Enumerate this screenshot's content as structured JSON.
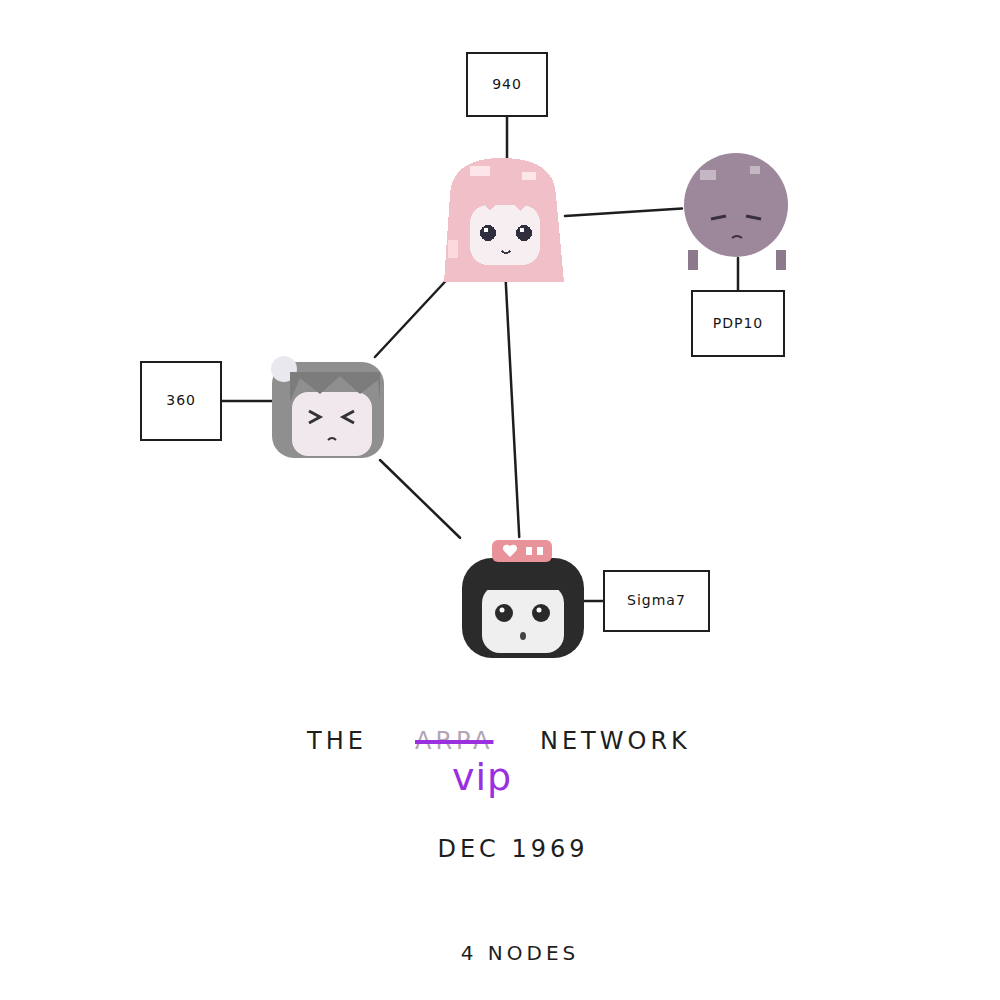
{
  "diagram": {
    "nodes": [
      {
        "text": [
          "940"
        ]
      },
      {
        "text": [
          "PDP10"
        ]
      },
      {
        "text": [
          "360"
        ]
      },
      {
        "text": [
          "Sigma7"
        ]
      }
    ],
    "edges": [
      {
        "from": 0,
        "to": 1,
        "arrow": "none"
      },
      {
        "from": 0,
        "to": 2,
        "arrow": "none"
      },
      {
        "from": 0,
        "to": 3,
        "arrow": "none"
      },
      {
        "from": 2,
        "to": 3,
        "arrow": "none"
      }
    ],
    "labels": [
      "THE",
      "ARPA",
      "NETWORK",
      "vip",
      "DEC 1969",
      "4 NODES"
    ]
  }
}
